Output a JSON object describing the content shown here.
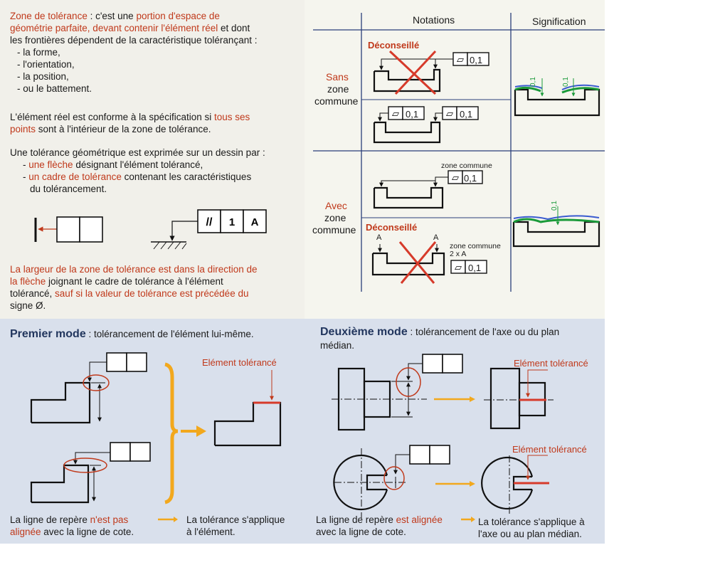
{
  "intro": {
    "p1_l1a": "Zone de tolérance",
    "p1_l1b": " : c'est une ",
    "p1_l1c": "portion d'espace de",
    "p1_l2a": "géométrie parfaite, devant contenir l'élément réel",
    "p1_l2b": " et dont",
    "p1_l3": "les frontières dépendent de la caractéristique tolérançant :",
    "list": [
      "- la forme,",
      "- l'orientation,",
      "- la position,",
      "- ou le battement."
    ],
    "p2_l1a": "L'élément réel est conforme à la spécification si ",
    "p2_l1b": "tous ses",
    "p2_l2a": "points",
    "p2_l2b": " sont à l'intérieur de la zone de tolérance.",
    "p3_l1": "Une tolérance géométrique est exprimée sur un dessin par :",
    "p3_l2a": "- ",
    "p3_l2b": "une flèche",
    "p3_l2c": " désignant l'élément tolérancé,",
    "p3_l3a": "- ",
    "p3_l3b": "un cadre de tolérance",
    "p3_l3c": " contenant les caractéristiques",
    "p3_l4": "du tolérancement.",
    "frame_cells": [
      "//",
      "1",
      "A"
    ],
    "p4_l1": "La largeur de la zone de tolérance est dans la direction de",
    "p4_l2a": "la flèche",
    "p4_l2b": "  joignant le cadre de tolérance à l'élément",
    "p4_l3a": "tolérancé, ",
    "p4_l3b": "sauf si la valeur de tolérance est précédée du",
    "p4_l4": "signe Ø."
  },
  "table": {
    "col_notations": "Notations",
    "col_signification": "Signification",
    "row1_label": [
      "Sans",
      "zone",
      "commune"
    ],
    "row2_label": [
      "Avec",
      "zone",
      "commune"
    ],
    "deconseille": "Déconseillé",
    "tol_value": "0,1",
    "zone_commune": "zone commune",
    "zone_commune_2xA": "2 x A",
    "datum_a": "A",
    "dim_01": "0,1"
  },
  "premier": {
    "title": "Premier mode",
    "subtitle": " : tolérancement de l'élément lui-même.",
    "element_label": "Elément tolérancé",
    "cap1a": "La ligne de repère ",
    "cap1b": "n'est pas",
    "cap2a": "alignée",
    "cap2b": " avec la ligne de cote.",
    "res1": "La tolérance s'applique",
    "res2": "à l'élément."
  },
  "deuxieme": {
    "title": "Deuxième mode",
    "subtitle_l1": " : tolérancement de l'axe ou du plan",
    "subtitle_l2": "médian.",
    "element_label1": "Elément tolérancé",
    "element_label2": "Elément tolérancé",
    "cap1a": "La ligne de repère ",
    "cap1b": "est alignée",
    "cap2": "avec la ligne de cote.",
    "res1": "La tolérance s'applique à",
    "res2": "l'axe ou au plan médian."
  },
  "colors": {
    "red": "#c0391b",
    "navy": "#22365e",
    "orange": "#f2a81d",
    "green": "#1a9a3a"
  }
}
